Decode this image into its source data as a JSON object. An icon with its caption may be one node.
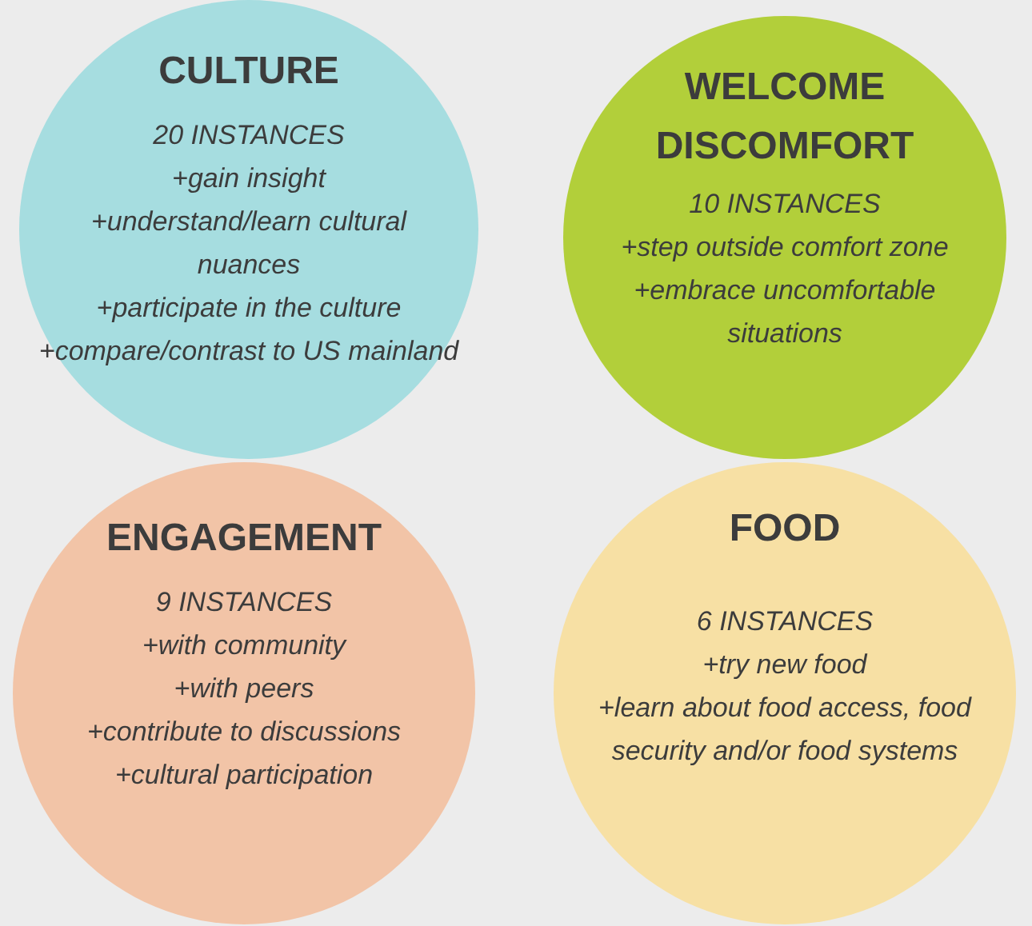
{
  "diagram": {
    "nodes": [
      {
        "text": [
          "CULTURE",
          "20 INSTANCES",
          "+gain insight",
          "+understand/learn cultural nuances",
          "+participate in the culture",
          "+compare/contrast to US mainland"
        ]
      },
      {
        "text": [
          "WELCOME DISCOMFORT",
          "10 INSTANCES",
          "+step outside comfort zone",
          "+embrace uncomfortable situations"
        ]
      },
      {
        "text": [
          "ENGAGEMENT",
          "9 INSTANCES",
          "+with community",
          "+with peers",
          "+contribute to discussions",
          "+cultural participation"
        ]
      },
      {
        "text": [
          "FOOD",
          "6 INSTANCES",
          "+try new food",
          "+learn about food access, food security and/or food systems"
        ]
      }
    ]
  }
}
